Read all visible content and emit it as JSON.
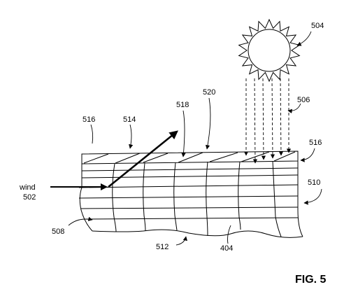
{
  "figure": {
    "title": "FIG. 5",
    "labels": {
      "sun": "504",
      "rays": "506",
      "top_surface_right": "516",
      "top_surface_left": "516",
      "slats": "514",
      "arrow_top": "518",
      "top_edge": "520",
      "wind_word": "wind",
      "wind_number": "502",
      "right_side": "510",
      "left_side": "508",
      "bottom": "512",
      "body": "404"
    }
  },
  "colors": {
    "ink": "#000000",
    "background": "#ffffff"
  }
}
